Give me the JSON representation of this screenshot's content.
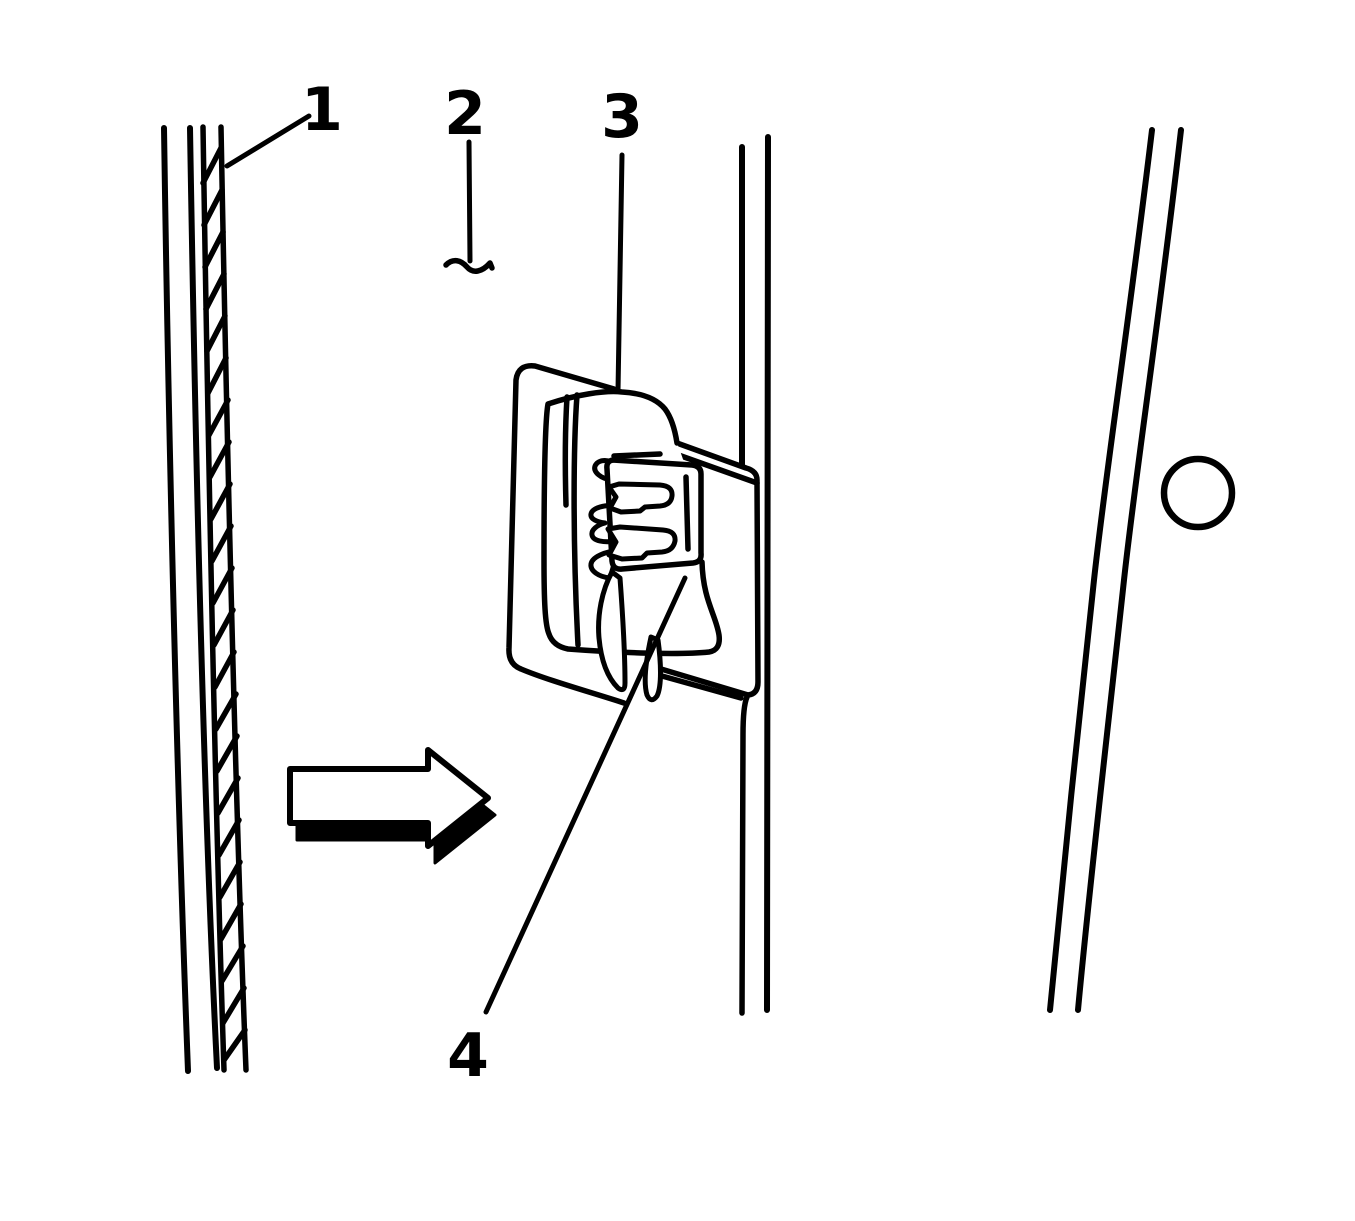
{
  "figure": {
    "type": "technical-line-illustration",
    "description_visible_text_only": true,
    "callouts": {
      "c1": {
        "label": "1"
      },
      "c2": {
        "label": "2"
      },
      "c3": {
        "label": "3"
      },
      "c4": {
        "label": "4"
      }
    },
    "colors": {
      "line": "#000000",
      "background": "#ffffff"
    }
  }
}
